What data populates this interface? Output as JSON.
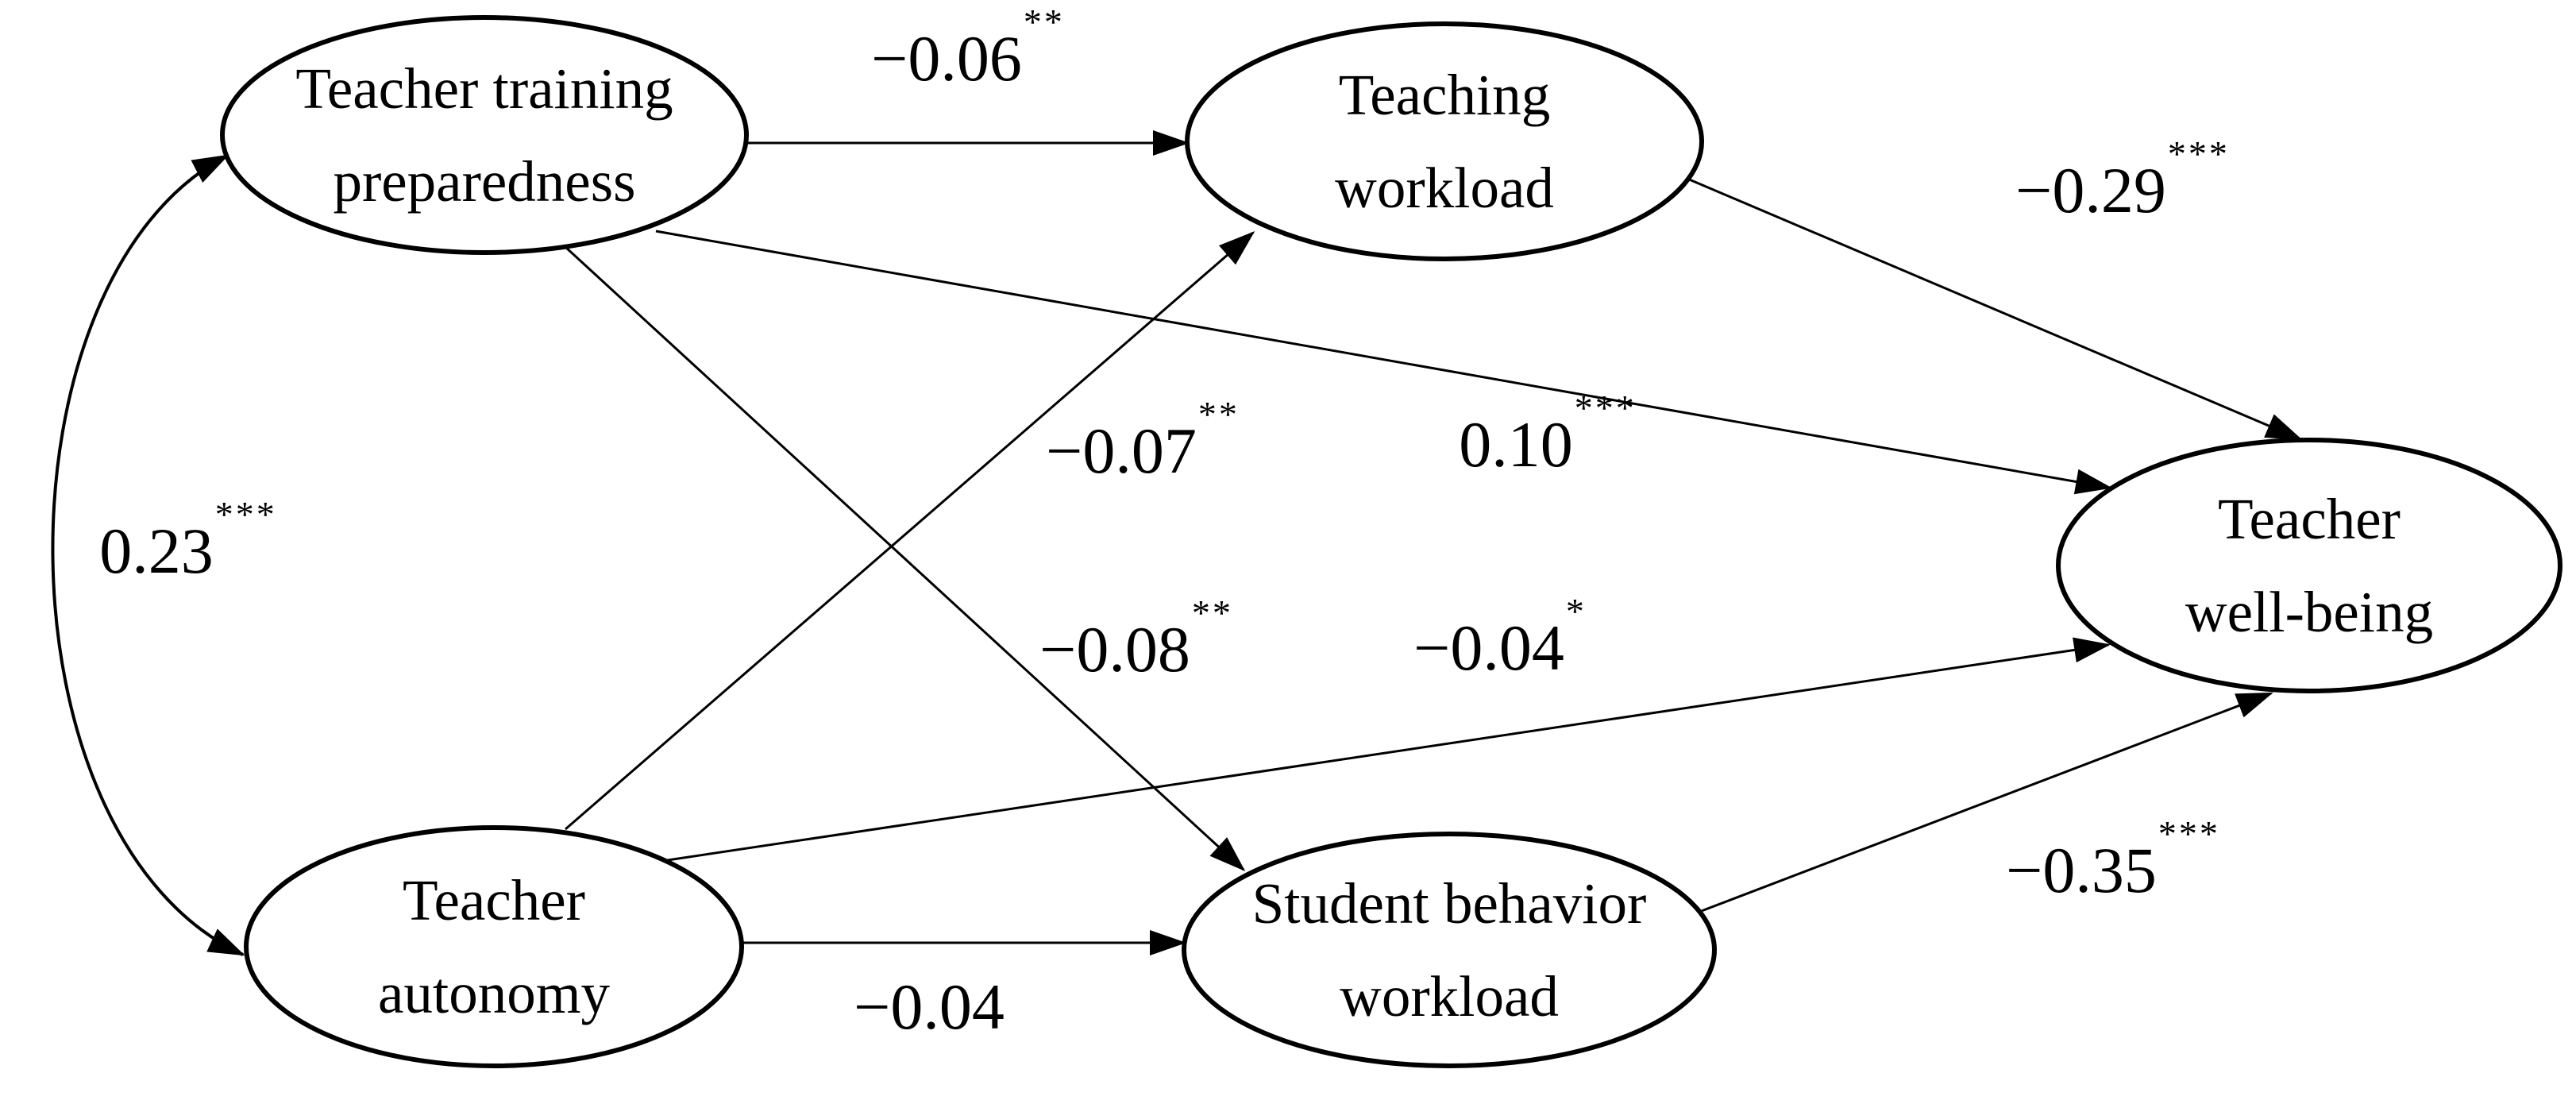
{
  "figure": {
    "kind": "structural-equation-model-path-diagram",
    "background_color": "#ffffff",
    "ink_color": "#000000"
  },
  "nodes": [
    {
      "id": "teacher-training-preparedness",
      "line1": "Teacher training",
      "line2": "preparedness"
    },
    {
      "id": "teaching-workload",
      "line1": "Teaching",
      "line2": "workload"
    },
    {
      "id": "teacher-well-being",
      "line1": "Teacher",
      "line2": "well-being"
    },
    {
      "id": "teacher-autonomy",
      "line1": "Teacher",
      "line2": "autonomy"
    },
    {
      "id": "student-behavior-workload",
      "line1": "Student behavior",
      "line2": "workload"
    }
  ],
  "edges": [
    {
      "from": "Teacher training preparedness",
      "to": "Teaching workload",
      "type": "regression",
      "coefficient": "−0.06",
      "significance": "**"
    },
    {
      "from": "Teacher training preparedness",
      "to": "Teacher well-being",
      "type": "regression",
      "coefficient": "0.10",
      "significance": "***"
    },
    {
      "from": "Teacher training preparedness",
      "to": "Student behavior workload",
      "type": "regression",
      "coefficient": "−0.08",
      "significance": "**"
    },
    {
      "from": "Teacher autonomy",
      "to": "Teaching workload",
      "type": "regression",
      "coefficient": "−0.07",
      "significance": "**"
    },
    {
      "from": "Teacher autonomy",
      "to": "Teacher well-being",
      "type": "regression",
      "coefficient": "−0.04",
      "significance": "*"
    },
    {
      "from": "Teacher autonomy",
      "to": "Student behavior workload",
      "type": "regression",
      "coefficient": "−0.04",
      "significance": ""
    },
    {
      "from": "Teaching workload",
      "to": "Teacher well-being",
      "type": "regression",
      "coefficient": "−0.29",
      "significance": "***"
    },
    {
      "from": "Student behavior workload",
      "to": "Teacher well-being",
      "type": "regression",
      "coefficient": "−0.35",
      "significance": "***"
    },
    {
      "from": "Teacher training preparedness",
      "to": "Teacher autonomy",
      "type": "covariance",
      "coefficient": "0.23",
      "significance": "***"
    }
  ]
}
